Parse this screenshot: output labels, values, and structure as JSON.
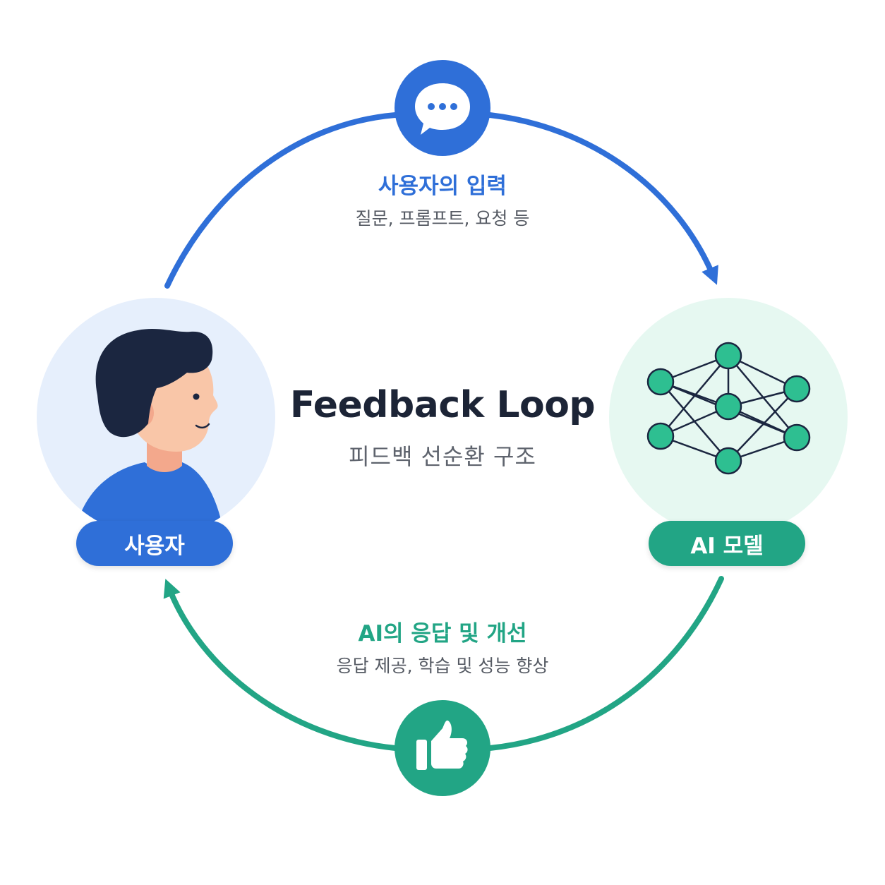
{
  "center": {
    "title": "Feedback Loop",
    "subtitle": "피드백 선순환 구조"
  },
  "top_step": {
    "title": "사용자의 입력",
    "description": "질문, 프롬프트, 요청 등",
    "icon": "speech-bubble-icon"
  },
  "bottom_step": {
    "title": "AI의 응답 및 개선",
    "description": "응답 제공, 학습 및 성능 향상",
    "icon": "thumbs-up-icon"
  },
  "user_node": {
    "label": "사용자",
    "icon": "person-avatar"
  },
  "ai_node": {
    "label": "AI 모델",
    "icon": "neural-network-icon"
  },
  "colors": {
    "blue": "#2f6fd8",
    "green": "#22a585",
    "blue_bg": "#e6effc",
    "green_bg": "#e6f8f1",
    "text_dark": "#1c2436",
    "text_gray": "#5e636d"
  }
}
